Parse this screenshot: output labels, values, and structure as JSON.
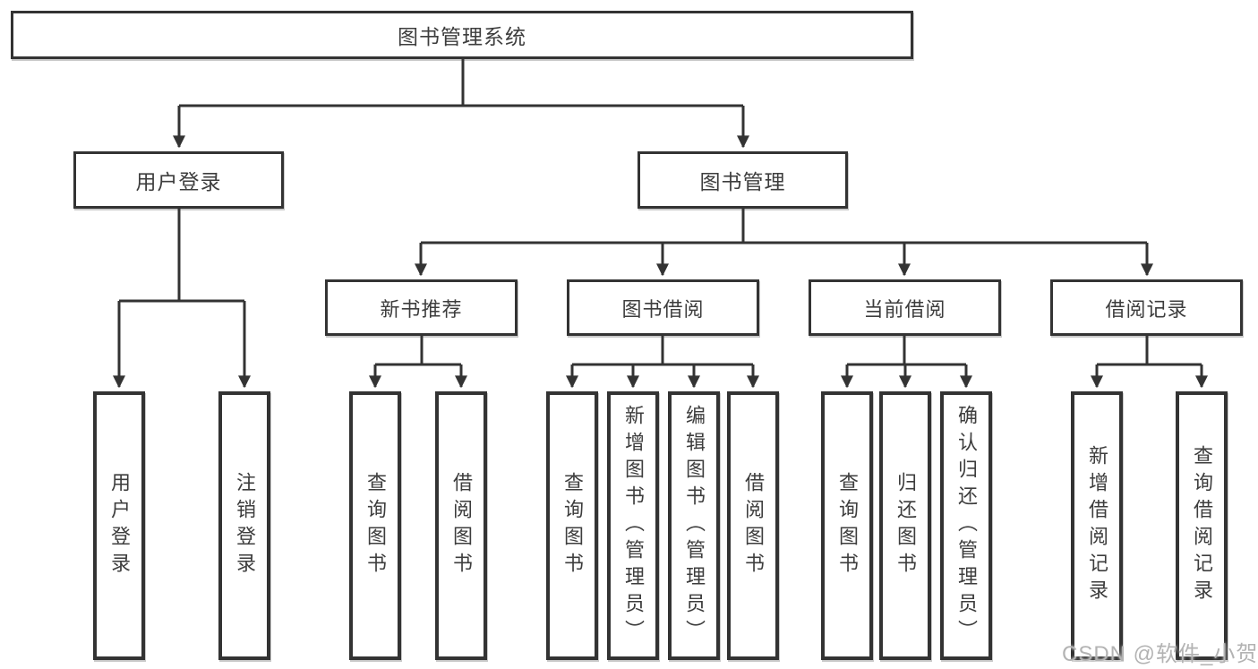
{
  "diagram": {
    "root_label": "图书管理系统",
    "branches": [
      {
        "label": "用户登录",
        "children": [
          {
            "label": "用户登录"
          },
          {
            "label": "注销登录"
          }
        ]
      },
      {
        "label": "图书管理",
        "children": [
          {
            "label": "新书推荐",
            "children": [
              {
                "label": "查询图书"
              },
              {
                "label": "借阅图书"
              }
            ]
          },
          {
            "label": "图书借阅",
            "children": [
              {
                "label": "查询图书"
              },
              {
                "label": "新增图书（管理员）"
              },
              {
                "label": "编辑图书（管理员）"
              },
              {
                "label": "借阅图书"
              }
            ]
          },
          {
            "label": "当前借阅",
            "children": [
              {
                "label": "查询图书"
              },
              {
                "label": "归还图书"
              },
              {
                "label": "确认归还（管理员）"
              }
            ]
          },
          {
            "label": "借阅记录",
            "children": [
              {
                "label": "新增借阅记录"
              },
              {
                "label": "查询借阅记录"
              }
            ]
          }
        ]
      }
    ]
  },
  "watermark": {
    "text": "CSDN @软件_小贺同学"
  },
  "colors": {
    "line": "#333333",
    "text": "#3d3d3d",
    "background": "#ffffff",
    "watermark": "#b3b3b3"
  }
}
